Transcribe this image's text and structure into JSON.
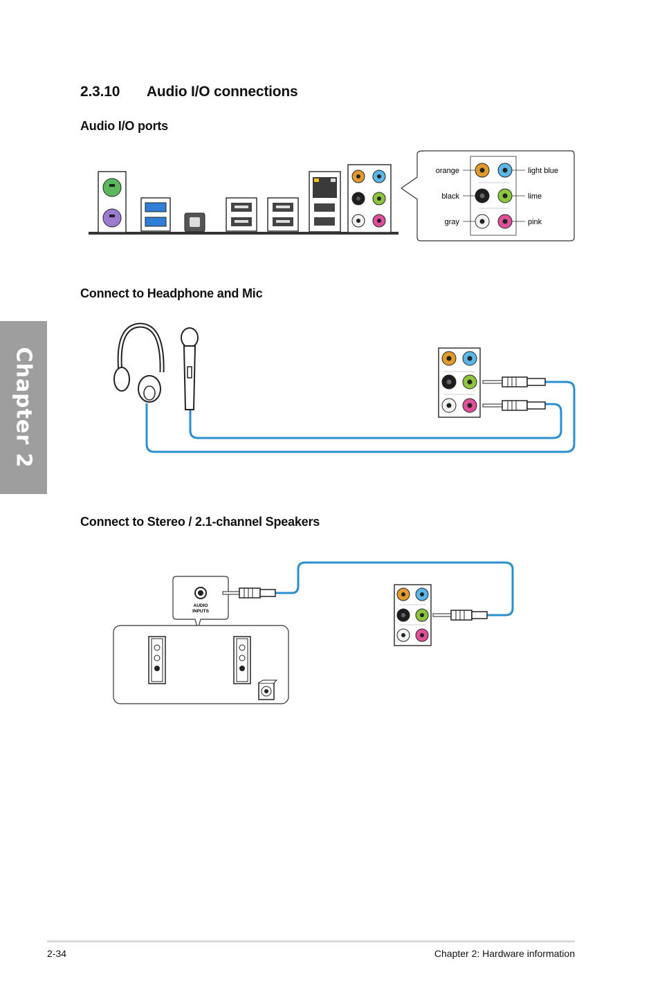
{
  "section": {
    "number": "2.3.10",
    "title": "Audio I/O connections"
  },
  "subsections": {
    "ports": "Audio I/O ports",
    "headphone_mic": "Connect to Headphone and Mic",
    "speakers": "Connect to Stereo / 2.1-channel Speakers"
  },
  "port_colors": {
    "left": [
      "orange",
      "black",
      "gray"
    ],
    "right": [
      "light blue",
      "lime",
      "pink"
    ]
  },
  "speaker_input_label": [
    "AUDIO",
    "INPUTS"
  ],
  "chapter_tab": "Chapter 2",
  "footer": {
    "page": "2-34",
    "chapter": "Chapter 2: Hardware information"
  },
  "colors": {
    "orange": "#e39a2c",
    "light_blue": "#5ab7e8",
    "black": "#1e1e1e",
    "lime": "#8cc63f",
    "gray": "#d8d8d8",
    "pink": "#e0509a",
    "cable": "#2a8fd0",
    "tab": "#9e9e9e"
  }
}
